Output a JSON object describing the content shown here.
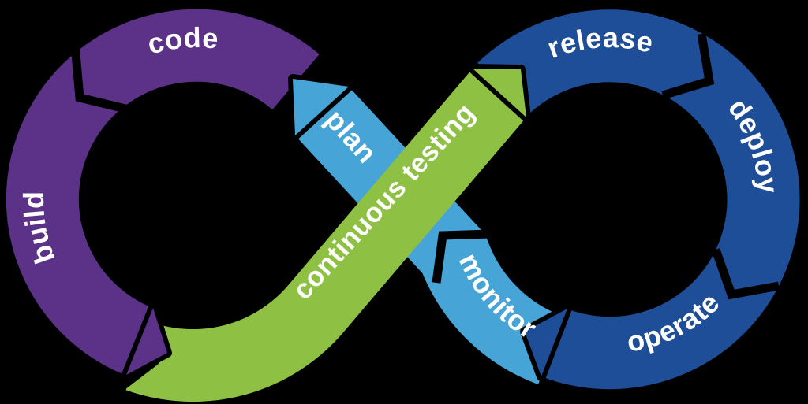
{
  "colors": {
    "purple": "#5b3287",
    "dark_blue": "#1f4e99",
    "light_blue": "#46a4d7",
    "green": "#8ec044",
    "label": "#ffffff",
    "background": "#000000",
    "gap": "#000000"
  },
  "diagram": {
    "left_loop": {
      "segments": [
        {
          "id": "code",
          "label": "code"
        },
        {
          "id": "build",
          "label": "build"
        }
      ]
    },
    "right_loop": {
      "segments": [
        {
          "id": "release",
          "label": "release"
        },
        {
          "id": "deploy",
          "label": "deploy"
        },
        {
          "id": "operate",
          "label": "operate"
        }
      ]
    },
    "blue_ribbon": {
      "segments": [
        {
          "id": "plan",
          "label": "plan"
        },
        {
          "id": "monitor",
          "label": "monitor"
        }
      ]
    },
    "green_ribbon": {
      "label": "continuous testing"
    }
  }
}
